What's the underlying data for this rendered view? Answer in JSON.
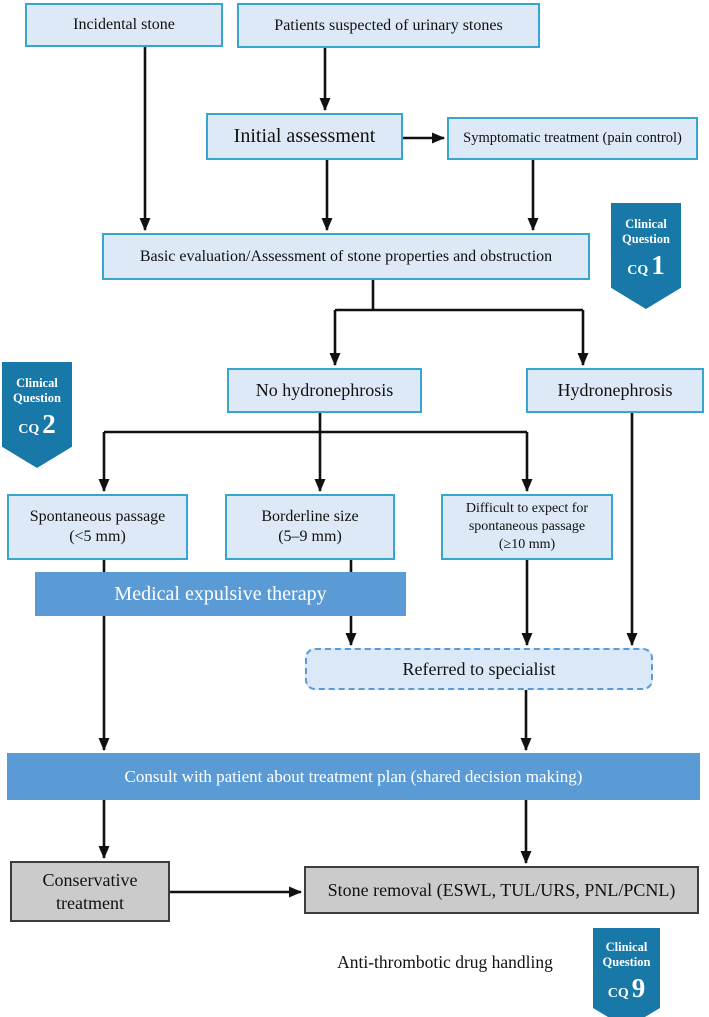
{
  "diagram": "Clinical flowchart for management of patients suspected of urinary stones",
  "colors": {
    "node_fill": "#dde9f6",
    "node_border": "#36a6cf",
    "bar_fill": "#5b9bd5",
    "dashed_border": "#5b9bd5",
    "badge_fill": "#1878a8",
    "gray_fill": "#cbcbcb",
    "gray_border": "#3d3d3d",
    "arrow": "#111111"
  },
  "boxes": {
    "incidental": {
      "label": "Incidental stone"
    },
    "patients": {
      "label": "Patients suspected of urinary stones"
    },
    "initial": {
      "label": "Initial assessment"
    },
    "symptomatic": {
      "label": "Symptomatic treatment (pain control)"
    },
    "basic_eval": {
      "label": "Basic evaluation/Assessment of stone properties and obstruction"
    },
    "no_hydro": {
      "label": "No hydronephrosis"
    },
    "hydro": {
      "label": "Hydronephrosis"
    },
    "spontaneous": {
      "line1": "Spontaneous passage",
      "line2": "(<5 mm)"
    },
    "borderline": {
      "line1": "Borderline size",
      "line2": "(5–9 mm)"
    },
    "difficult": {
      "line1": "Difficult to expect for",
      "line2": "spontaneous passage",
      "line3": "(≥10 mm)"
    },
    "met": {
      "label": "Medical expulsive therapy"
    },
    "referred": {
      "label": "Referred to specialist"
    },
    "consult": {
      "label": "Consult with patient about treatment plan (shared decision making)"
    },
    "conservative": {
      "line1": "Conservative",
      "line2": "treatment"
    },
    "stone_removal": {
      "label": "Stone removal (ESWL, TUL/URS, PNL/PCNL)"
    },
    "anti_thrombotic": {
      "label": "Anti-thrombotic drug handling"
    }
  },
  "badges": {
    "cq1": {
      "line1": "Clinical",
      "line2": "Question",
      "cq": "CQ",
      "num": "1"
    },
    "cq2": {
      "line1": "Clinical",
      "line2": "Question",
      "cq": "CQ",
      "num": "2"
    },
    "cq9": {
      "line1": "Clinical",
      "line2": "Question",
      "cq": "CQ",
      "num": "9"
    }
  }
}
